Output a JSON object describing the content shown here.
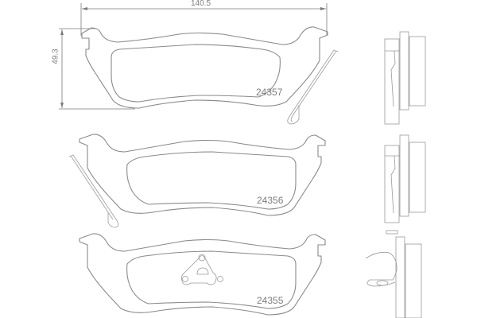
{
  "drawing": {
    "dimensions": {
      "width_label": "140.5",
      "height_label": "49.3"
    },
    "pads": [
      {
        "part_number": "24357",
        "accessory": "wear-indicator-spring-right"
      },
      {
        "part_number": "24356",
        "accessory": "wear-indicator-spring-left"
      },
      {
        "part_number": "24355",
        "accessory": "center-anti-rattle-clip"
      }
    ],
    "side_views": [
      {
        "for_part": "24357"
      },
      {
        "for_part": "24356"
      },
      {
        "for_part": "24355"
      }
    ],
    "line_color": "#8a8a8a",
    "background": "#ffffff"
  }
}
